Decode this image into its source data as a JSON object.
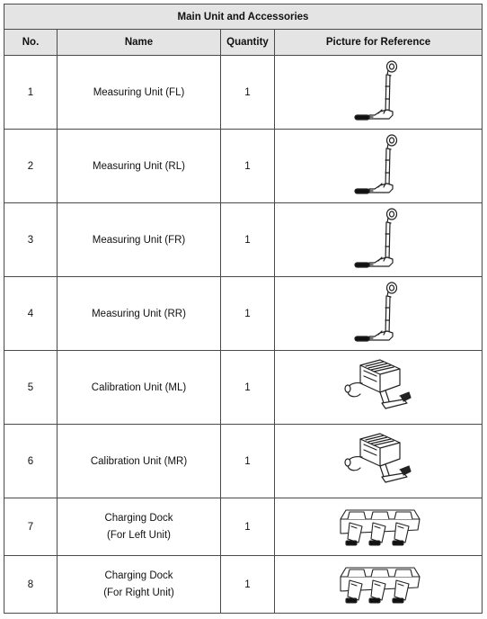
{
  "table": {
    "title": "Main Unit and Accessories",
    "headers": {
      "no": "No.",
      "name": "Name",
      "quantity": "Quantity",
      "picture": "Picture for Reference"
    },
    "rows": [
      {
        "no": "1",
        "name": "Measuring Unit (FL)",
        "quantity": "1",
        "picture": "measuring-unit"
      },
      {
        "no": "2",
        "name": "Measuring Unit (RL)",
        "quantity": "1",
        "picture": "measuring-unit"
      },
      {
        "no": "3",
        "name": "Measuring Unit (FR)",
        "quantity": "1",
        "picture": "measuring-unit"
      },
      {
        "no": "4",
        "name": "Measuring Unit (RR)",
        "quantity": "1",
        "picture": "measuring-unit"
      },
      {
        "no": "5",
        "name": "Calibration Unit (ML)",
        "quantity": "1",
        "picture": "calibration-unit"
      },
      {
        "no": "6",
        "name": "Calibration Unit (MR)",
        "quantity": "1",
        "picture": "calibration-unit"
      },
      {
        "no": "7",
        "name_line1": "Charging Dock",
        "name_line2": "(For Left Unit)",
        "quantity": "1",
        "picture": "charging-dock"
      },
      {
        "no": "8",
        "name_line1": "Charging Dock",
        "name_line2": "(For Right Unit)",
        "quantity": "1",
        "picture": "charging-dock"
      }
    ]
  }
}
